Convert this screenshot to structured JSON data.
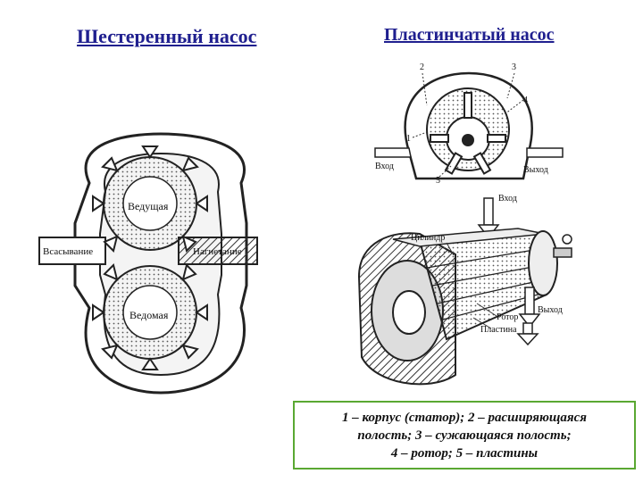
{
  "titles": {
    "gear_pump": "Шестеренный насос",
    "vane_pump": "Пластинчатый насос"
  },
  "gear_diagram": {
    "driving_gear": "Ведущая",
    "driven_gear": "Ведомая",
    "suction": "Всасывание",
    "discharge": "Нагнетание"
  },
  "vane_top": {
    "callouts": [
      "1",
      "2",
      "3",
      "4",
      "5"
    ],
    "inlet": "Вход",
    "outlet": "Выход"
  },
  "vane_3d": {
    "inlet": "Вход",
    "cylinder": "Цилиндр",
    "outlet": "Выход",
    "rotor": "Ротор",
    "vane": "Пластина"
  },
  "legend": {
    "line1": "1 – корпус (статор); 2 – расширяющаяся",
    "line2": "полость; 3 – сужающаяся полость;",
    "line3": "4 – ротор; 5 – пластины"
  }
}
